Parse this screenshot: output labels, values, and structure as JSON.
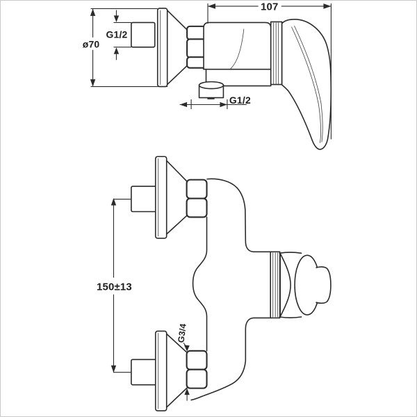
{
  "colors": {
    "background": "#ffffff",
    "line": "#2b2b2b",
    "border": "#c9c9c9"
  },
  "views": {
    "side_view": {
      "dimensions": {
        "projection_width": "107",
        "wall_pipe_thread": "G1/2",
        "escutcheon_diameter": "ø70",
        "outlet_thread": "G1/2"
      }
    },
    "front_view": {
      "dimensions": {
        "inlet_center_distance": "150±13",
        "union_nut_thread": "G3/4"
      }
    }
  }
}
